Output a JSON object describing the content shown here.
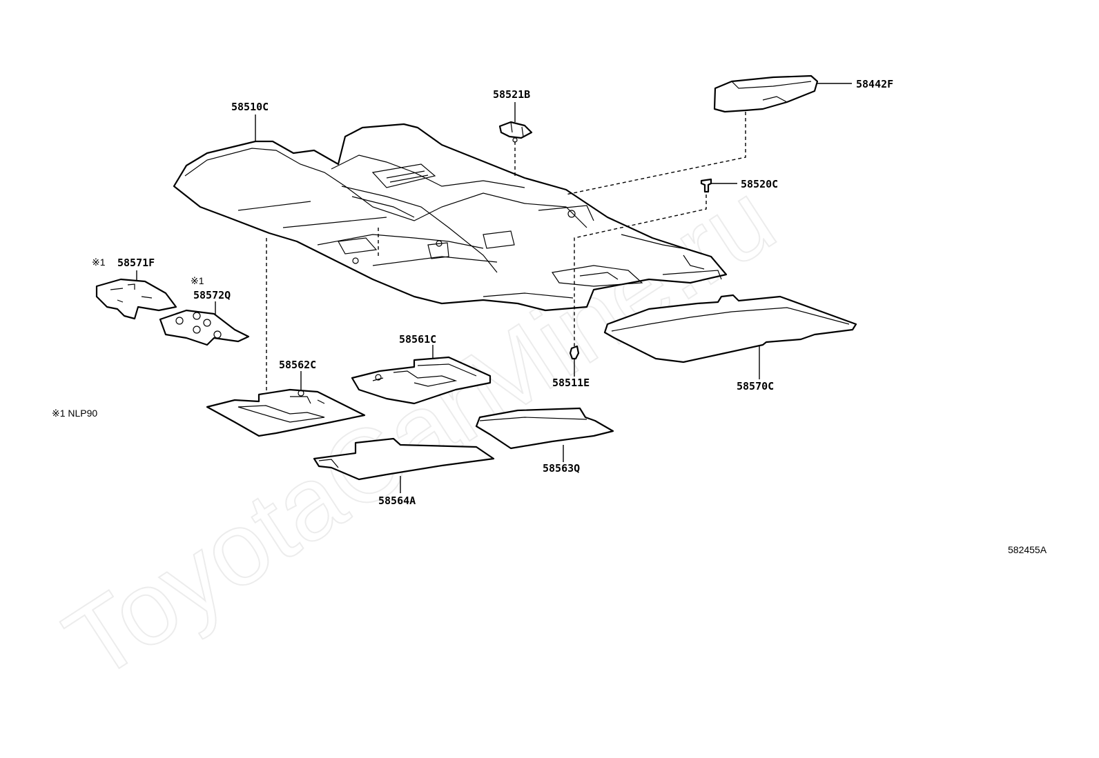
{
  "watermark": "ToyotaCarMine.ru",
  "diagram_code": "582455A",
  "footnote": "※1 NLP90",
  "note_marker": "※1",
  "parts": {
    "p58510C": "58510C",
    "p58521B": "58521B",
    "p58442F": "58442F",
    "p58520C": "58520C",
    "p58571F": "58571F",
    "p58572Q": "58572Q",
    "p58561C": "58561C",
    "p58562C": "58562C",
    "p58511E": "58511E",
    "p58570C": "58570C",
    "p58563Q": "58563Q",
    "p58564A": "58564A"
  },
  "colors": {
    "line": "#000000",
    "watermark": "#ececec",
    "background": "#ffffff"
  }
}
